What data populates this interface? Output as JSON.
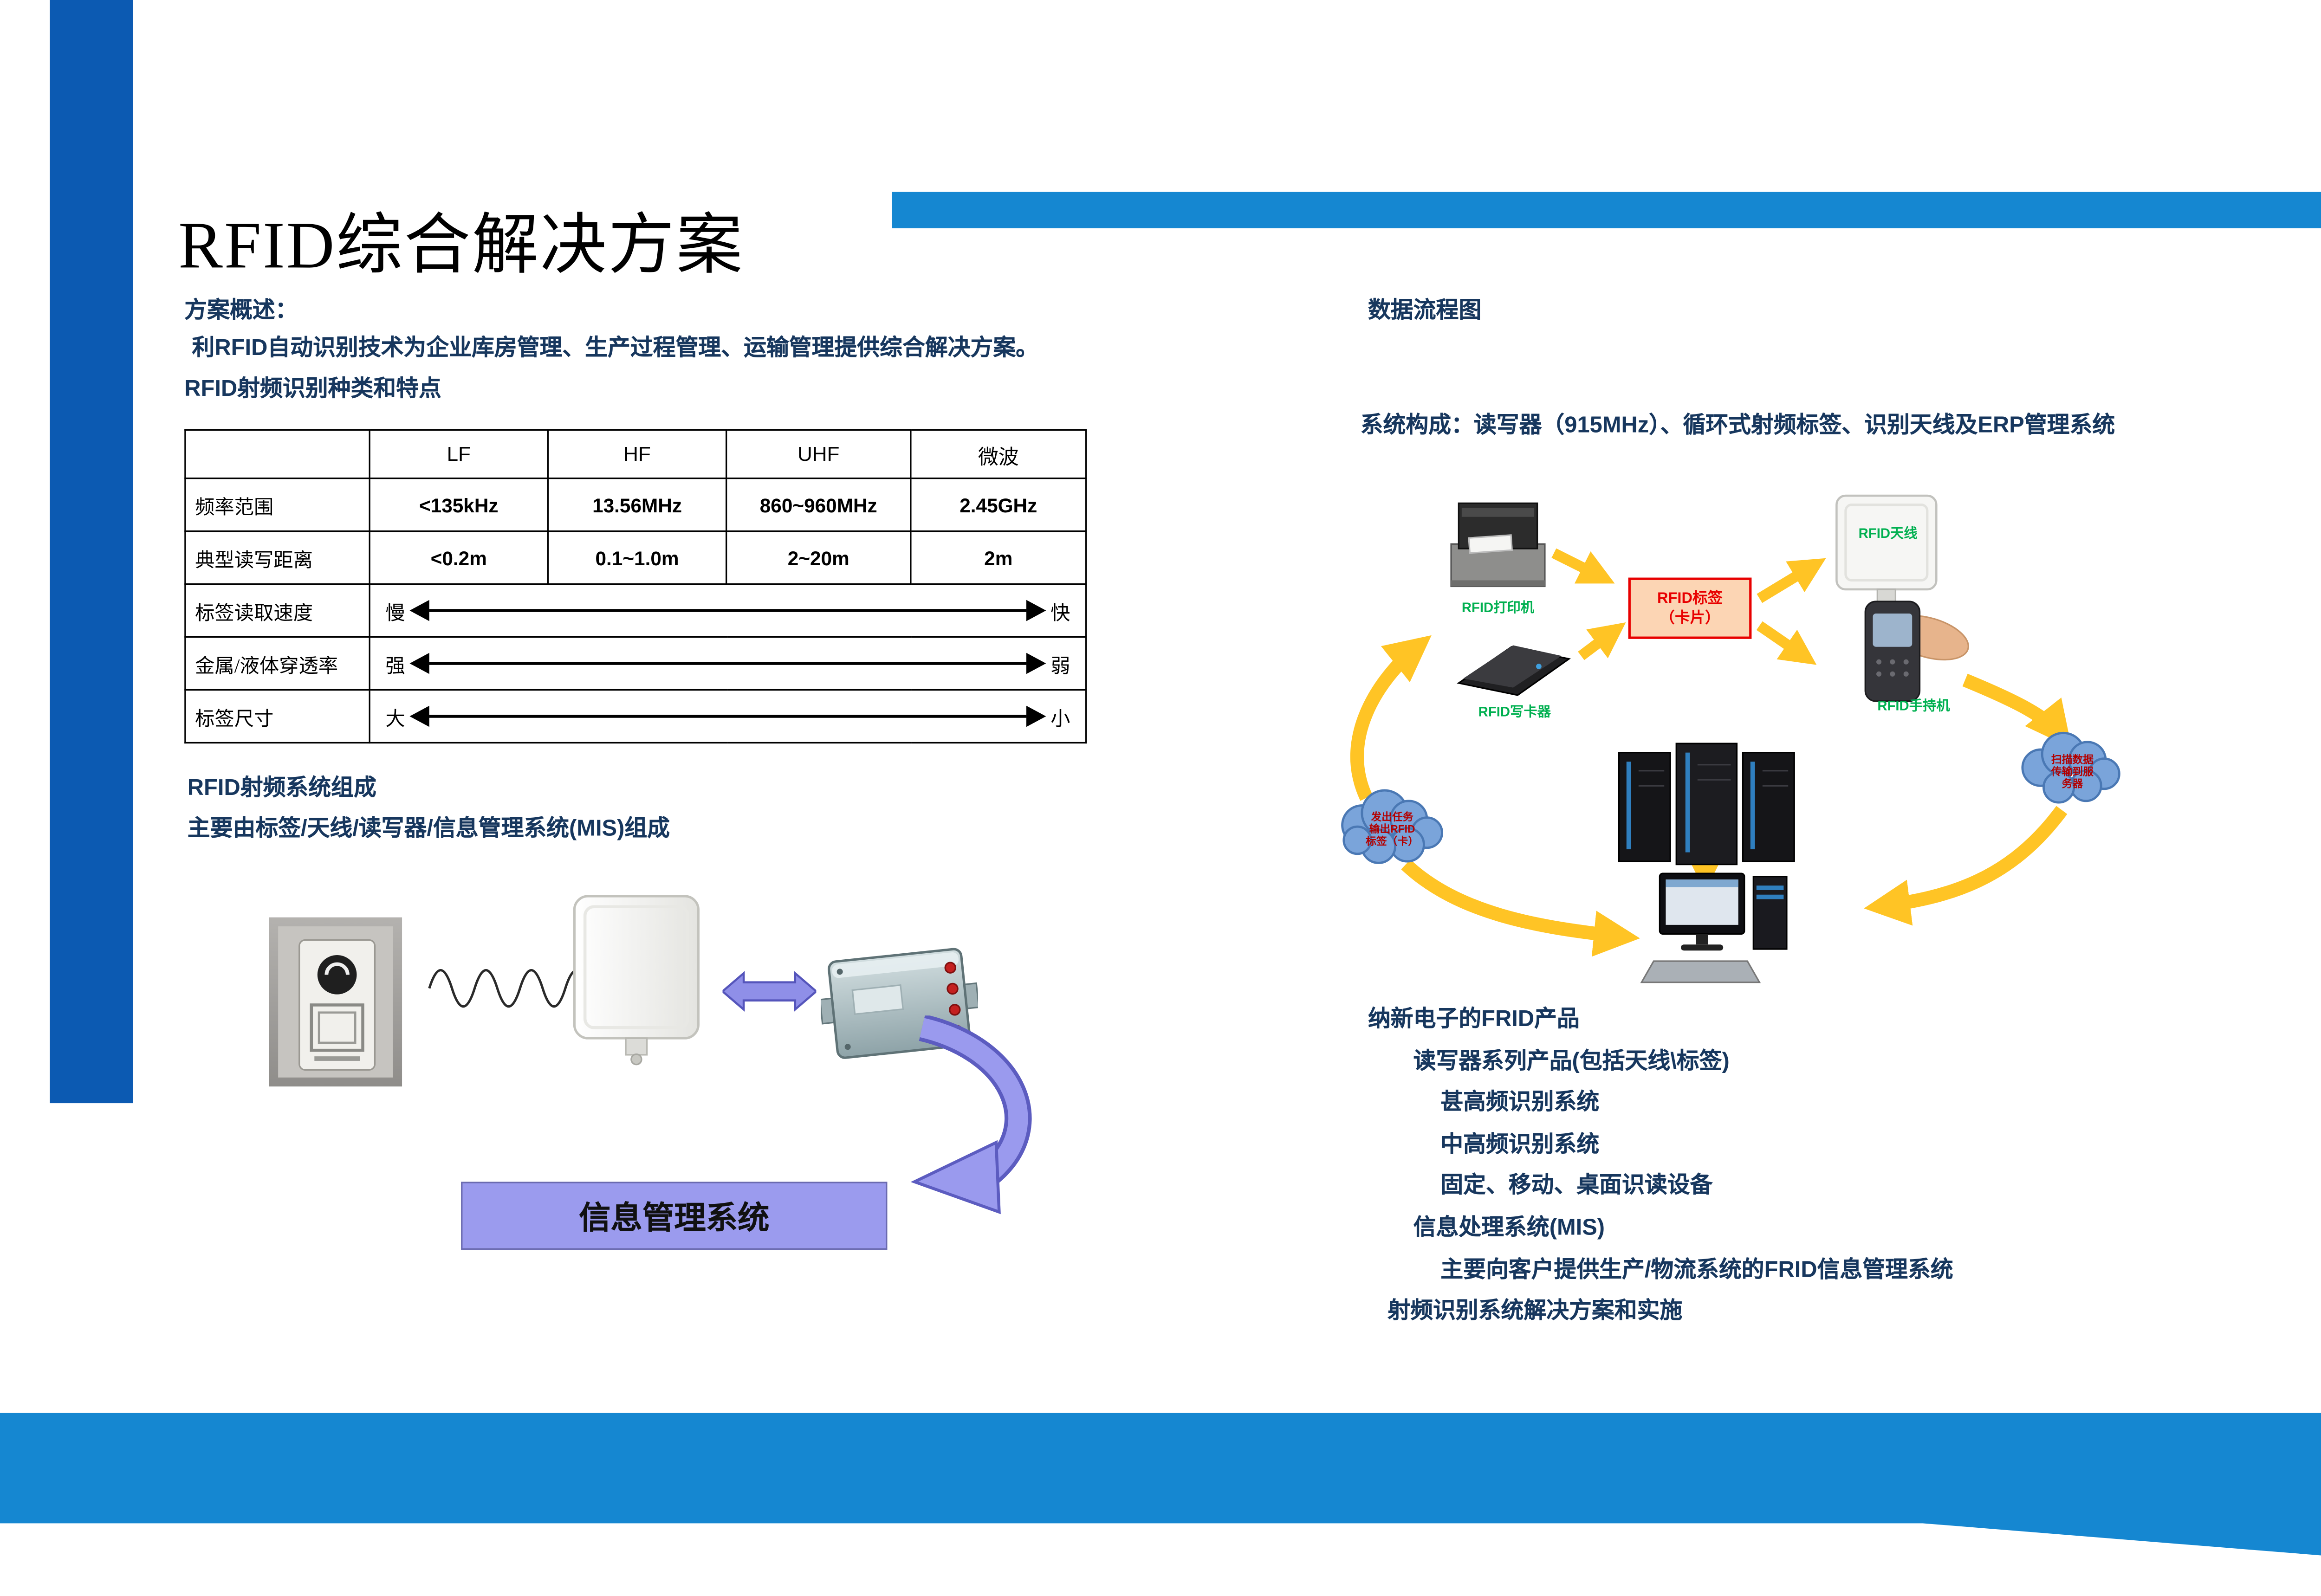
{
  "slide": {
    "title": "RFID综合解决方案"
  },
  "overview": {
    "label": "方案概述：",
    "text": "利RFID自动识别技术为企业库房管理、生产过程管理、运输管理提供综合解决方案。",
    "subtitle": "RFID射频识别种类和特点"
  },
  "table": {
    "headers": [
      "",
      "LF",
      "HF",
      "UHF",
      "微波"
    ],
    "rows": [
      {
        "label": "频率范围",
        "values": [
          "<135kHz",
          "13.56MHz",
          "860~960MHz",
          "2.45GHz"
        ]
      },
      {
        "label": "典型读写距离",
        "values": [
          "<0.2m",
          "0.1~1.0m",
          "2~20m",
          "2m"
        ]
      }
    ],
    "arrow_rows": [
      {
        "label": "标签读取速度",
        "left": "慢",
        "right": "快"
      },
      {
        "label": "金属/液体穿透率",
        "left": "强",
        "right": "弱"
      },
      {
        "label": "标签尺寸",
        "left": "大",
        "right": "小"
      }
    ]
  },
  "system": {
    "heading": "RFID射频系统组成",
    "text": "主要由标签/天线/读写器/信息管理系统(MIS)组成",
    "mis_box_label": "信息管理系统"
  },
  "flow": {
    "heading": "数据流程图",
    "composition": "系统构成：读写器（915MHz）、循环式射频标签、识别天线及ERP管理系统",
    "labels": {
      "printer": "RFID打印机",
      "writer": "RFID写卡器",
      "tag_line1": "RFID标签",
      "tag_line2": "（卡片）",
      "antenna": "RFID天线",
      "handheld": "RFID手持机",
      "cloud_left_1": "发出任务",
      "cloud_left_2": "输出RFID",
      "cloud_left_3": "标签（卡）",
      "cloud_right_1": "扫描数据",
      "cloud_right_2": "传输到服",
      "cloud_right_3": "务器"
    }
  },
  "products": {
    "items": [
      "纳新电子的FRID产品",
      "读写器系列产品(包括天线\\标签)",
      "甚高频识别系统",
      "中高频识别系统",
      "固定、移动、桌面识读设备",
      "信息处理系统(MIS)",
      "主要向客户提供生产/物流系统的FRID信息管理系统",
      "射频识别系统解决方案和实施"
    ]
  },
  "colors": {
    "accent_bar_left": "#0c5ab2",
    "accent_band": "#1587d1",
    "navy_text": "#17375e",
    "green_label": "#00b050",
    "tag_box_fill": "#fcd5b4",
    "tag_box_border": "#e80000",
    "yellow_arrow": "#ffc425",
    "purple_arrow": "#9a9aee",
    "mis_box_fill": "#9b9bee"
  }
}
